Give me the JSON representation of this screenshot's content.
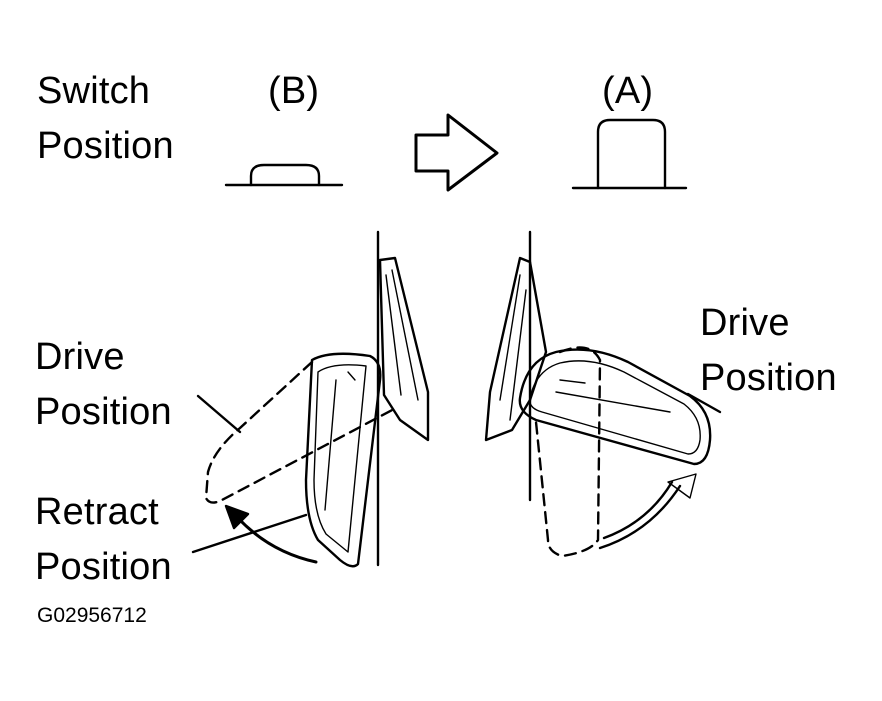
{
  "labels": {
    "switch_position": [
      "Switch",
      "Position"
    ],
    "switch_b": "(B)",
    "switch_a": "(A)",
    "left_drive": [
      "Drive",
      "Position"
    ],
    "left_retract": [
      "Retract",
      "Position"
    ],
    "right_drive": [
      "Drive",
      "Position"
    ],
    "figure_code": "G02956712"
  }
}
